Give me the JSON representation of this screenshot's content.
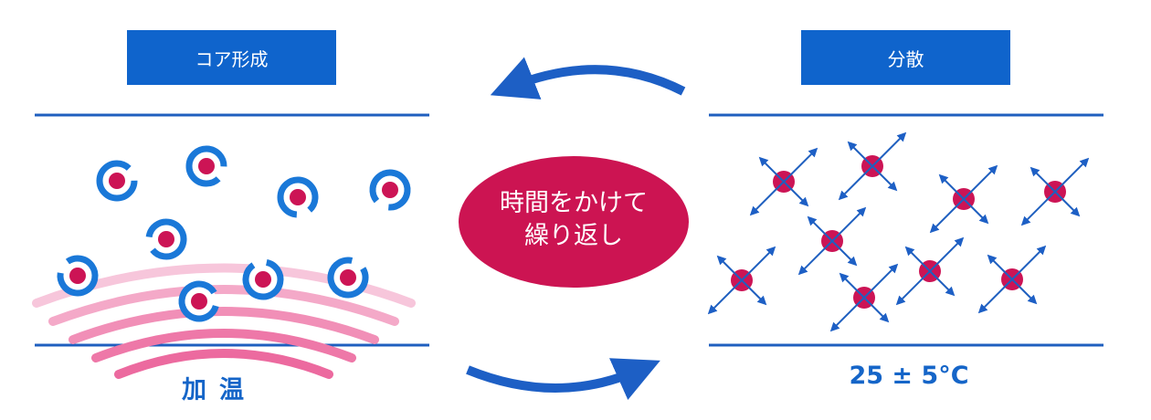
{
  "left_panel": {
    "title": "コア形成",
    "caption": "加温"
  },
  "right_panel": {
    "title": "分散",
    "caption": "25 ± 5°C"
  },
  "center": {
    "text_line1": "時間をかけて",
    "text_line2": "繰り返し"
  },
  "colors": {
    "blue": "#0f64cc",
    "line": "#1f5fbf",
    "ring": "#1a78d8",
    "core": "#cc1455",
    "ellipse": "#cc1452",
    "heat": "#ef6fa6"
  }
}
